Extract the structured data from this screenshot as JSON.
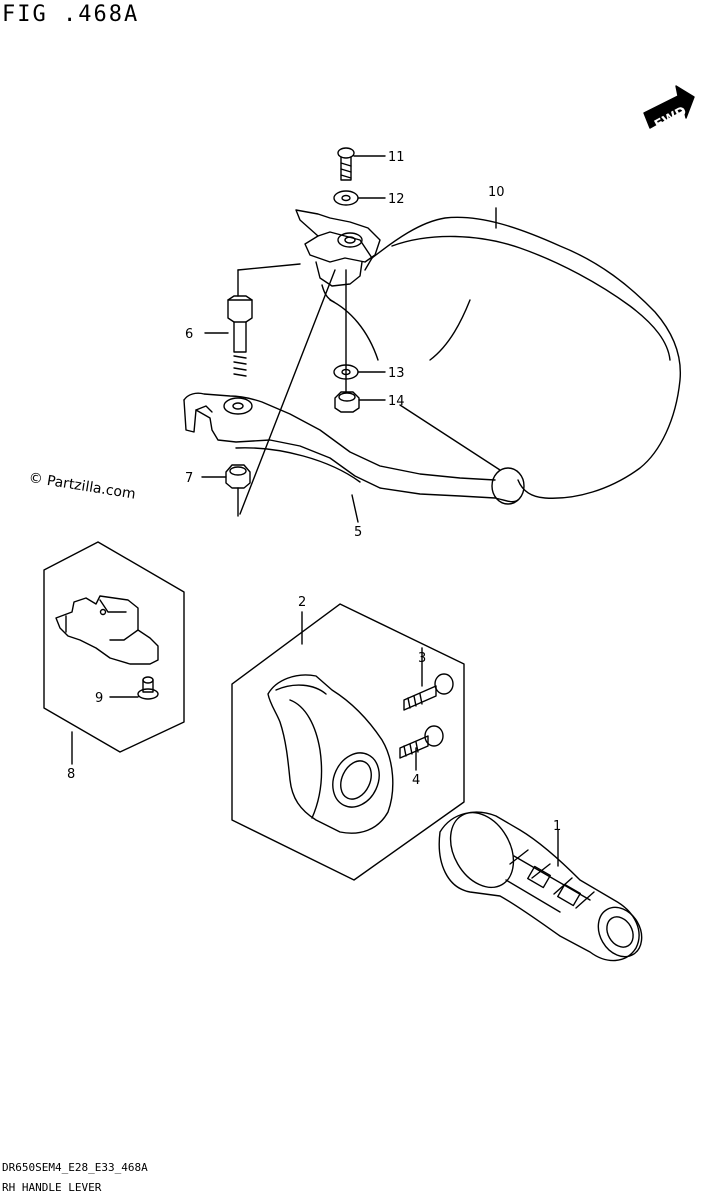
{
  "figure": {
    "title": "FIG .468A",
    "fwd_label": "FWD",
    "watermark": "© Partzilla.com",
    "footer_code": "DR650SEM4_E28_E33_468A",
    "footer_name": "RH HANDLE LEVER"
  },
  "callouts": [
    {
      "id": "1",
      "text": "1"
    },
    {
      "id": "2",
      "text": "2"
    },
    {
      "id": "3",
      "text": "3"
    },
    {
      "id": "4",
      "text": "4"
    },
    {
      "id": "5",
      "text": "5"
    },
    {
      "id": "6",
      "text": "6"
    },
    {
      "id": "7",
      "text": "7"
    },
    {
      "id": "8",
      "text": "8"
    },
    {
      "id": "9",
      "text": "9"
    },
    {
      "id": "10",
      "text": "10"
    },
    {
      "id": "11",
      "text": "11"
    },
    {
      "id": "12",
      "text": "12"
    },
    {
      "id": "13",
      "text": "13"
    },
    {
      "id": "14",
      "text": "14"
    }
  ],
  "colors": {
    "line": "#000000",
    "background": "#ffffff"
  }
}
